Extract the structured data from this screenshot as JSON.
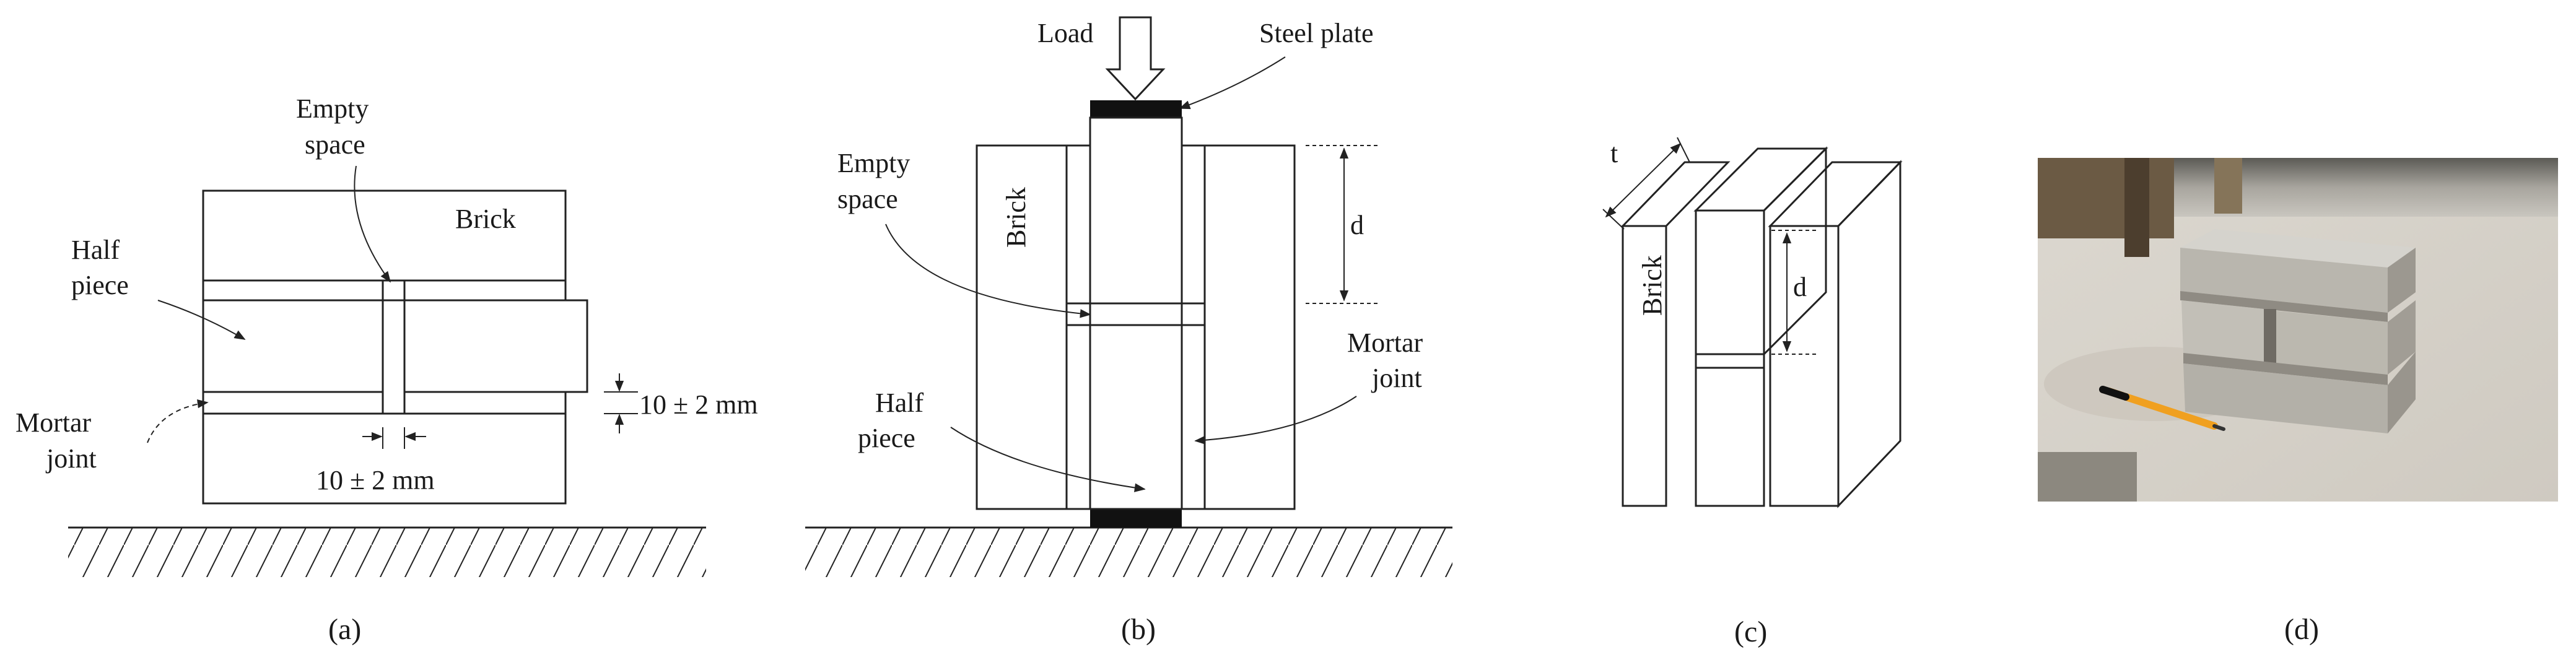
{
  "panel_a": {
    "brick": "Brick",
    "empty_space_line1": "Empty",
    "empty_space_line2": "space",
    "half_piece_line1": "Half",
    "half_piece_line2": "piece",
    "mortar_line1": "Mortar",
    "mortar_line2": "joint",
    "dim_joint": "10 ± 2 mm",
    "dim_gap": "10 ± 2 mm",
    "caption": "(a)"
  },
  "panel_b": {
    "load": "Load",
    "steel_plate": "Steel plate",
    "brick": "Brick",
    "empty_space_line1": "Empty",
    "empty_space_line2": "space",
    "half_piece_line1": "Half",
    "half_piece_line2": "piece",
    "mortar_line1": "Mortar",
    "mortar_line2": "joint",
    "dim_d": "d",
    "caption": "(b)"
  },
  "panel_c": {
    "t": "t",
    "brick": "Brick",
    "dim_d": "d",
    "caption": "(c)"
  },
  "panel_d": {
    "caption": "(d)"
  },
  "colors": {
    "mortar": "#d6d6d6",
    "steel": "#111111",
    "line": "#222222"
  }
}
